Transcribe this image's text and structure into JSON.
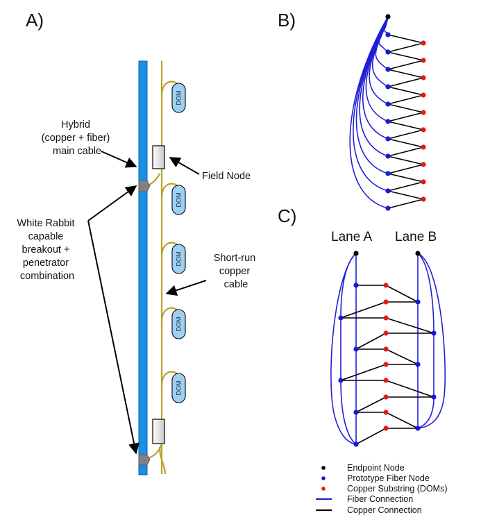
{
  "panels": {
    "a": "A)",
    "b": "B)",
    "c": "C)"
  },
  "panel_a": {
    "hybrid_cable": [
      "Hybrid",
      "(copper + fiber)",
      "main cable"
    ],
    "field_node": "Field Node",
    "white_rabbit": [
      "White Rabbit",
      "capable",
      "breakout +",
      "penetrator",
      "combination"
    ],
    "short_run": [
      "Short-run",
      "copper",
      "cable"
    ],
    "dom_label": "DOM"
  },
  "panel_c": {
    "lane_a": "Lane A",
    "lane_b": "Lane B"
  },
  "legend": [
    {
      "label": "Endpoint Node",
      "kind": "dot",
      "color": "#000000"
    },
    {
      "label": "Prototype Fiber Node",
      "kind": "dot",
      "color": "#1818d6"
    },
    {
      "label": "Copper Substring (DOMs)",
      "kind": "dot",
      "color": "#e31a1a"
    },
    {
      "label": "Fiber Connection",
      "kind": "line",
      "color": "#1f1fd6"
    },
    {
      "label": "Copper Connection",
      "kind": "line",
      "color": "#000000"
    }
  ],
  "colors": {
    "main_cable": "#1a8fe6",
    "copper_cable": "#b8a22a",
    "dom_fill": "#9fd0f2",
    "fiber": "#1f1fd6",
    "copper": "#000000",
    "fiber_node": "#1818d6",
    "dom_node": "#e31a1a",
    "endpoint": "#000000"
  }
}
